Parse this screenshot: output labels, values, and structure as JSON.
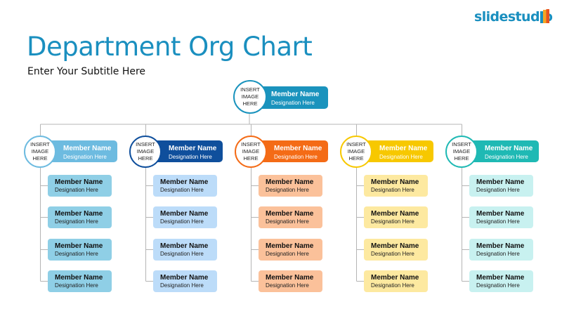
{
  "logo": {
    "text": "slidestudio",
    "icon": "stacked-bars-logo-icon",
    "color": "#1a8fbf",
    "mark_colors": [
      "#1a8fbf",
      "#f5a623",
      "#e8531e"
    ]
  },
  "title": "Department Org Chart",
  "subtitle": "Enter Your Subtitle Here",
  "connector_color": "#b5b5b5",
  "root": {
    "image_placeholder": "INSERT IMAGE HERE",
    "name": "Member Name",
    "designation": "Designation Here",
    "color": "#1a93bd"
  },
  "departments": [
    {
      "image_placeholder": "INSERT IMAGE HERE",
      "name": "Member Name",
      "designation": "Designation Here",
      "color": "#6dbbe0",
      "ring_color": "#6dbbe0",
      "card_color": "#8fcfe6",
      "members": [
        {
          "name": "Member Name",
          "designation": "Designation Here"
        },
        {
          "name": "Member Name",
          "designation": "Designation Here"
        },
        {
          "name": "Member Name",
          "designation": "Designation Here"
        },
        {
          "name": "Member Name",
          "designation": "Designation Here"
        }
      ]
    },
    {
      "image_placeholder": "INSERT IMAGE HERE",
      "name": "Member Name",
      "designation": "Designation Here",
      "color": "#0f4f9c",
      "ring_color": "#0f4f9c",
      "card_color": "#bcdcf9",
      "members": [
        {
          "name": "Member Name",
          "designation": "Designation Here"
        },
        {
          "name": "Member Name",
          "designation": "Designation Here"
        },
        {
          "name": "Member Name",
          "designation": "Designation Here"
        },
        {
          "name": "Member Name",
          "designation": "Designation Here"
        }
      ]
    },
    {
      "image_placeholder": "INSERT IMAGE HERE",
      "name": "Member Name",
      "designation": "Designation Here",
      "color": "#f46b16",
      "ring_color": "#f46b16",
      "card_color": "#fbc19a",
      "members": [
        {
          "name": "Member Name",
          "designation": "Designation Here"
        },
        {
          "name": "Member Name",
          "designation": "Designation Here"
        },
        {
          "name": "Member Name",
          "designation": "Designation Here"
        },
        {
          "name": "Member Name",
          "designation": "Designation Here"
        }
      ]
    },
    {
      "image_placeholder": "INSERT IMAGE HERE",
      "name": "Member Name",
      "designation": "Designation Here",
      "color": "#f7c800",
      "ring_color": "#f7c800",
      "card_color": "#fde9a0",
      "members": [
        {
          "name": "Member Name",
          "designation": "Designation Here"
        },
        {
          "name": "Member Name",
          "designation": "Designation Here"
        },
        {
          "name": "Member Name",
          "designation": "Designation Here"
        },
        {
          "name": "Member Name",
          "designation": "Designation Here"
        }
      ]
    },
    {
      "image_placeholder": "INSERT IMAGE HERE",
      "name": "Member Name",
      "designation": "Designation Here",
      "color": "#1fb9b4",
      "ring_color": "#1fb9b4",
      "card_color": "#c8f1f0",
      "members": [
        {
          "name": "Member Name",
          "designation": "Designation Here"
        },
        {
          "name": "Member Name",
          "designation": "Designation Here"
        },
        {
          "name": "Member Name",
          "designation": "Designation Here"
        },
        {
          "name": "Member Name",
          "designation": "Designation Here"
        }
      ]
    }
  ]
}
